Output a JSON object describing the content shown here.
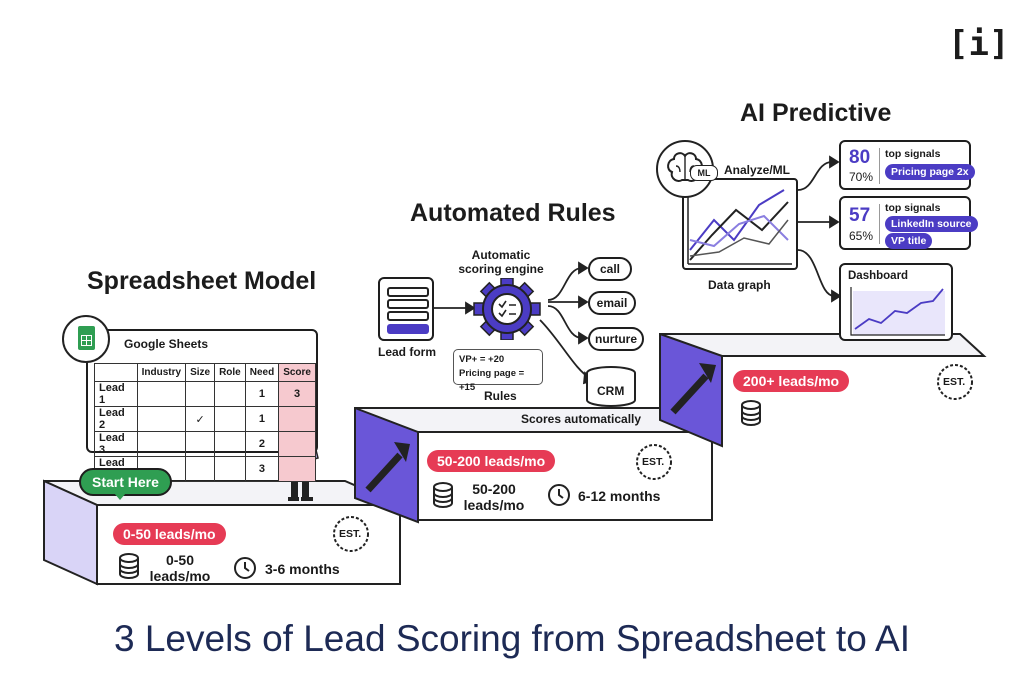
{
  "brand_logo": "[i]",
  "levels": [
    {
      "title": "Spreadsheet Model",
      "app_label": "Google Sheets",
      "table": {
        "headers": [
          "",
          "Industry",
          "Size",
          "Role",
          "Need",
          "Score"
        ],
        "rows": [
          [
            "Lead 1",
            "",
            "",
            "",
            "1",
            "3"
          ],
          [
            "Lead 2",
            "",
            "✓",
            "",
            "1",
            ""
          ],
          [
            "Lead 3",
            "",
            "",
            "",
            "2",
            ""
          ],
          [
            "Lead 4",
            "",
            "",
            "",
            "3",
            ""
          ]
        ]
      },
      "start_label": "Start Here",
      "volume_pill": "0-50 leads/mo",
      "volume_text": "0-50 leads/mo",
      "duration": "3-6 months",
      "est": "EST."
    },
    {
      "title": "Automated Rules",
      "form_label": "Lead form",
      "engine_label": "Automatic scoring engine",
      "outputs": [
        "call",
        "email",
        "nurture"
      ],
      "rules": [
        "VP+ = +20",
        "Pricing page = +15"
      ],
      "rules_label": "Rules",
      "crm_label": "CRM",
      "scores_label": "Scores automatically",
      "volume_pill": "50-200 leads/mo",
      "volume_text": "50-200 leads/mo",
      "duration": "6-12 months",
      "est": "EST."
    },
    {
      "title": "AI Predictive",
      "ml_badge": "ML",
      "analyze_label": "Analyze/ML",
      "graph_label": "Data graph",
      "cards": [
        {
          "score": "80",
          "pct": "70%",
          "label": "top signals",
          "signals": [
            "Pricing page 2x"
          ]
        },
        {
          "score": "57",
          "pct": "65%",
          "label": "top signals",
          "signals": [
            "LinkedIn source",
            "VP title"
          ]
        }
      ],
      "dashboard_label": "Dashboard",
      "volume_pill": "200+ leads/mo",
      "est": "EST."
    }
  ],
  "footer_title": "3 Levels of Lead Scoring from Spreadsheet to AI",
  "colors": {
    "accent_purple": "#4b3cc4",
    "step_light": "#d9d4f7",
    "step_dark": "#6a56d8",
    "pill_red": "#e63b55",
    "start_green": "#2f9e52",
    "title_navy": "#1d2a55"
  }
}
